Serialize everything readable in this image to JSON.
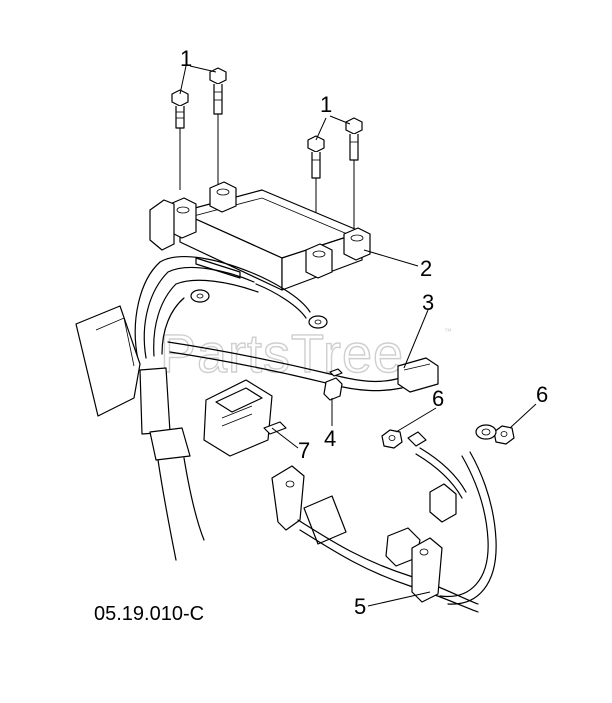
{
  "diagram": {
    "watermark": "PartsTree",
    "watermark_mark": "™",
    "reference_code": "05.19.010-C",
    "callouts": [
      {
        "id": "c1a",
        "label": "1"
      },
      {
        "id": "c1b",
        "label": "1"
      },
      {
        "id": "c2",
        "label": "2"
      },
      {
        "id": "c3",
        "label": "3"
      },
      {
        "id": "c4",
        "label": "4"
      },
      {
        "id": "c5",
        "label": "5"
      },
      {
        "id": "c6a",
        "label": "6"
      },
      {
        "id": "c6b",
        "label": "6"
      },
      {
        "id": "c7",
        "label": "7"
      }
    ]
  }
}
